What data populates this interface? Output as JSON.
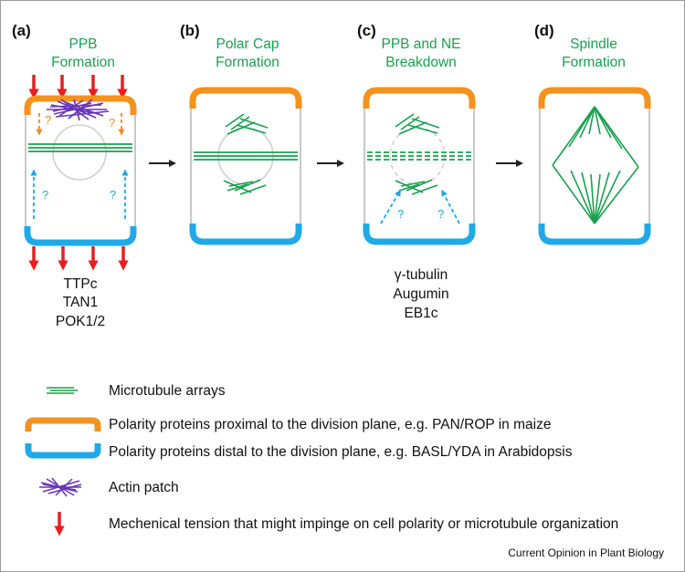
{
  "colors": {
    "microtubule": "#1aa04f",
    "proximal_polarity": "#f5921e",
    "distal_polarity": "#1fa9e8",
    "actin": "#6a35b5",
    "tension": "#e62020",
    "cell_wall": "#c8c8c8"
  },
  "panels": [
    {
      "letter": "(a)",
      "title_line1": "PPB",
      "title_line2": "Formation"
    },
    {
      "letter": "(b)",
      "title_line1": "Polar Cap",
      "title_line2": "Formation"
    },
    {
      "letter": "(c)",
      "title_line1": "PPB and NE",
      "title_line2": "Breakdown"
    },
    {
      "letter": "(d)",
      "title_line1": "Spindle",
      "title_line2": "Formation"
    }
  ],
  "panel_a_factors": [
    "TTPc",
    "TAN1",
    "POK1/2"
  ],
  "panel_c_factors": [
    "γ-tubulin",
    "Augumin",
    "EB1c"
  ],
  "question_mark": "?",
  "legend": {
    "items": [
      {
        "icon": "microtubule-icon",
        "label": "Microtubule arrays"
      },
      {
        "icon": "proximal-polarity-icon",
        "label": "Polarity proteins proximal to the division plane, e.g. PAN/ROP in maize"
      },
      {
        "icon": "distal-polarity-icon",
        "label": "Polarity proteins distal to the division plane, e.g. BASL/YDA in Arabidopsis"
      },
      {
        "icon": "actin-patch-icon",
        "label": "Actin patch"
      },
      {
        "icon": "tension-arrow-icon",
        "label": "Mechenical tension that might impinge on cell polarity or microtubule organization"
      }
    ]
  },
  "credit": "Current Opinion in Plant Biology"
}
